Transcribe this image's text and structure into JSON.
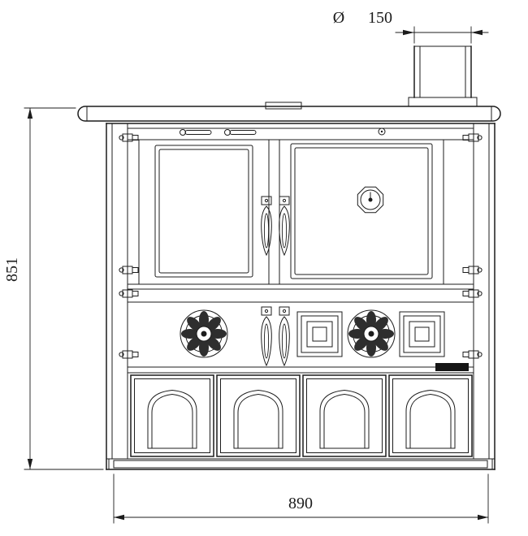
{
  "page": {
    "background": "#ffffff",
    "line_color": "#1c1c1c"
  },
  "dimensions": {
    "flue_diameter": {
      "symbol": "Ø",
      "value": "150"
    },
    "overall_height": {
      "value": "851"
    },
    "overall_width": {
      "value": "890"
    }
  }
}
